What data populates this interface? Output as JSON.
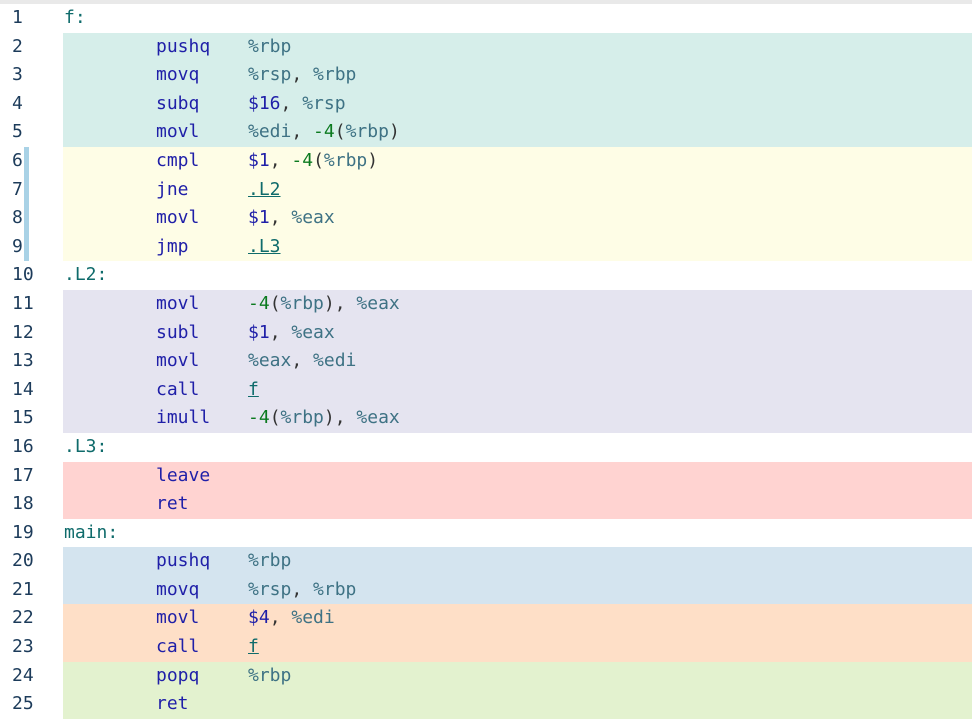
{
  "editor": {
    "colors": {
      "teal": "#d6eeea",
      "yellow": "#fefde6",
      "lavender": "#e5e4f0",
      "red": "#ffd3d1",
      "blue": "#d4e4ef",
      "orange": "#fedfc7",
      "green": "#e3f2cf",
      "none": "#ffffff",
      "gutter_marker": "#a9d2e6"
    },
    "lines": [
      {
        "num": "1",
        "label": "f:",
        "mnemonic": "",
        "bg": "none",
        "marker": false,
        "ops": []
      },
      {
        "num": "2",
        "label": "",
        "mnemonic": "pushq",
        "bg": "teal",
        "marker": false,
        "ops": [
          {
            "t": "%rbp",
            "k": "reg"
          }
        ]
      },
      {
        "num": "3",
        "label": "",
        "mnemonic": "movq",
        "bg": "teal",
        "marker": false,
        "ops": [
          {
            "t": "%rsp",
            "k": "reg"
          },
          {
            "t": ", ",
            "k": "punc"
          },
          {
            "t": "%rbp",
            "k": "reg"
          }
        ]
      },
      {
        "num": "4",
        "label": "",
        "mnemonic": "subq",
        "bg": "teal",
        "marker": false,
        "ops": [
          {
            "t": "$16",
            "k": "imm"
          },
          {
            "t": ", ",
            "k": "punc"
          },
          {
            "t": "%rsp",
            "k": "reg"
          }
        ]
      },
      {
        "num": "5",
        "label": "",
        "mnemonic": "movl",
        "bg": "teal",
        "marker": false,
        "ops": [
          {
            "t": "%edi",
            "k": "reg"
          },
          {
            "t": ", ",
            "k": "punc"
          },
          {
            "t": "-4",
            "k": "num"
          },
          {
            "t": "(",
            "k": "punc"
          },
          {
            "t": "%rbp",
            "k": "reg"
          },
          {
            "t": ")",
            "k": "punc"
          }
        ]
      },
      {
        "num": "6",
        "label": "",
        "mnemonic": "cmpl",
        "bg": "yellow",
        "marker": true,
        "ops": [
          {
            "t": "$1",
            "k": "imm"
          },
          {
            "t": ", ",
            "k": "punc"
          },
          {
            "t": "-4",
            "k": "num"
          },
          {
            "t": "(",
            "k": "punc"
          },
          {
            "t": "%rbp",
            "k": "reg"
          },
          {
            "t": ")",
            "k": "punc"
          }
        ]
      },
      {
        "num": "7",
        "label": "",
        "mnemonic": "jne",
        "bg": "yellow",
        "marker": true,
        "ops": [
          {
            "t": ".L2",
            "k": "link"
          }
        ]
      },
      {
        "num": "8",
        "label": "",
        "mnemonic": "movl",
        "bg": "yellow",
        "marker": true,
        "ops": [
          {
            "t": "$1",
            "k": "imm"
          },
          {
            "t": ", ",
            "k": "punc"
          },
          {
            "t": "%eax",
            "k": "reg"
          }
        ]
      },
      {
        "num": "9",
        "label": "",
        "mnemonic": "jmp",
        "bg": "yellow",
        "marker": true,
        "ops": [
          {
            "t": ".L3",
            "k": "link"
          }
        ]
      },
      {
        "num": "10",
        "label": ".L2:",
        "mnemonic": "",
        "bg": "none",
        "marker": false,
        "ops": []
      },
      {
        "num": "11",
        "label": "",
        "mnemonic": "movl",
        "bg": "lavender",
        "marker": false,
        "ops": [
          {
            "t": "-4",
            "k": "num"
          },
          {
            "t": "(",
            "k": "punc"
          },
          {
            "t": "%rbp",
            "k": "reg"
          },
          {
            "t": "), ",
            "k": "punc"
          },
          {
            "t": "%eax",
            "k": "reg"
          }
        ]
      },
      {
        "num": "12",
        "label": "",
        "mnemonic": "subl",
        "bg": "lavender",
        "marker": false,
        "ops": [
          {
            "t": "$1",
            "k": "imm"
          },
          {
            "t": ", ",
            "k": "punc"
          },
          {
            "t": "%eax",
            "k": "reg"
          }
        ]
      },
      {
        "num": "13",
        "label": "",
        "mnemonic": "movl",
        "bg": "lavender",
        "marker": false,
        "ops": [
          {
            "t": "%eax",
            "k": "reg"
          },
          {
            "t": ", ",
            "k": "punc"
          },
          {
            "t": "%edi",
            "k": "reg"
          }
        ]
      },
      {
        "num": "14",
        "label": "",
        "mnemonic": "call",
        "bg": "lavender",
        "marker": false,
        "ops": [
          {
            "t": "f",
            "k": "link"
          }
        ]
      },
      {
        "num": "15",
        "label": "",
        "mnemonic": "imull",
        "bg": "lavender",
        "marker": false,
        "ops": [
          {
            "t": "-4",
            "k": "num"
          },
          {
            "t": "(",
            "k": "punc"
          },
          {
            "t": "%rbp",
            "k": "reg"
          },
          {
            "t": "), ",
            "k": "punc"
          },
          {
            "t": "%eax",
            "k": "reg"
          }
        ]
      },
      {
        "num": "16",
        "label": ".L3:",
        "mnemonic": "",
        "bg": "none",
        "marker": false,
        "ops": []
      },
      {
        "num": "17",
        "label": "",
        "mnemonic": "leave",
        "bg": "red",
        "marker": false,
        "ops": []
      },
      {
        "num": "18",
        "label": "",
        "mnemonic": "ret",
        "bg": "red",
        "marker": false,
        "ops": []
      },
      {
        "num": "19",
        "label": "main:",
        "mnemonic": "",
        "bg": "none",
        "marker": false,
        "ops": []
      },
      {
        "num": "20",
        "label": "",
        "mnemonic": "pushq",
        "bg": "blue",
        "marker": false,
        "ops": [
          {
            "t": "%rbp",
            "k": "reg"
          }
        ]
      },
      {
        "num": "21",
        "label": "",
        "mnemonic": "movq",
        "bg": "blue",
        "marker": false,
        "ops": [
          {
            "t": "%rsp",
            "k": "reg"
          },
          {
            "t": ", ",
            "k": "punc"
          },
          {
            "t": "%rbp",
            "k": "reg"
          }
        ]
      },
      {
        "num": "22",
        "label": "",
        "mnemonic": "movl",
        "bg": "orange",
        "marker": false,
        "ops": [
          {
            "t": "$4",
            "k": "imm"
          },
          {
            "t": ", ",
            "k": "punc"
          },
          {
            "t": "%edi",
            "k": "reg"
          }
        ]
      },
      {
        "num": "23",
        "label": "",
        "mnemonic": "call",
        "bg": "orange",
        "marker": false,
        "ops": [
          {
            "t": "f",
            "k": "link"
          }
        ]
      },
      {
        "num": "24",
        "label": "",
        "mnemonic": "popq",
        "bg": "green",
        "marker": false,
        "ops": [
          {
            "t": "%rbp",
            "k": "reg"
          }
        ]
      },
      {
        "num": "25",
        "label": "",
        "mnemonic": "ret",
        "bg": "green",
        "marker": false,
        "ops": []
      }
    ]
  }
}
